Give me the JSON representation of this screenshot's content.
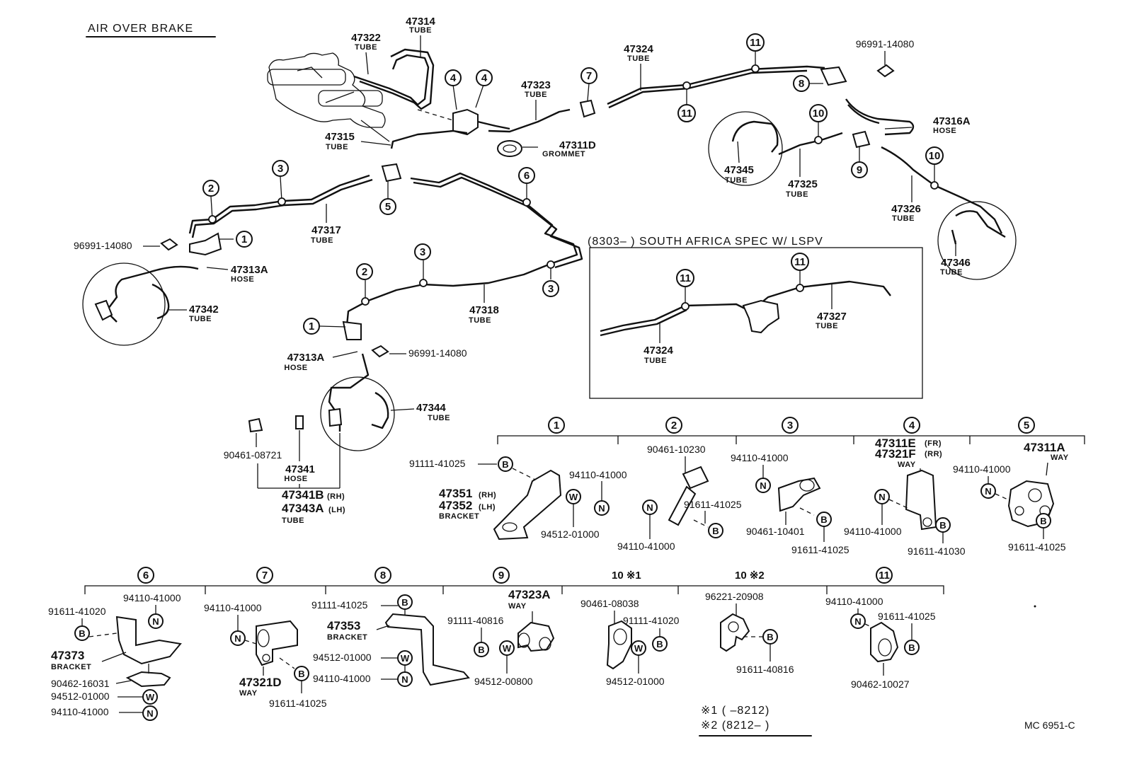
{
  "title": "AIR OVER BRAKE",
  "inset_title": "(8303–        ) SOUTH AFRICA SPEC W/ LSPV",
  "footnote": {
    "n1": "※1 (        –8212)",
    "n2": "※2 (8212–        )"
  },
  "ref_code": "MC 6951-C",
  "symbols": {
    "bolt": "B",
    "nut": "N",
    "washer": "W"
  },
  "callouts": [
    "1",
    "2",
    "3",
    "4",
    "5",
    "6",
    "7",
    "8",
    "9",
    "10",
    "11"
  ],
  "section_headers": [
    "1",
    "2",
    "3",
    "4",
    "5",
    "6",
    "7",
    "8",
    "9",
    "10 ※1",
    "10 ※2",
    "11"
  ],
  "parts": [
    {
      "num": "47314",
      "desc": "TUBE"
    },
    {
      "num": "47322",
      "desc": "TUBE"
    },
    {
      "num": "47324",
      "desc": "TUBE"
    },
    {
      "num": "47323",
      "desc": "TUBE"
    },
    {
      "num": "96991-14080",
      "desc": ""
    },
    {
      "num": "47315",
      "desc": "TUBE"
    },
    {
      "num": "47311D",
      "desc": "GROMMET"
    },
    {
      "num": "47316A",
      "desc": "HOSE"
    },
    {
      "num": "47345",
      "desc": "TUBE"
    },
    {
      "num": "47325",
      "desc": "TUBE"
    },
    {
      "num": "47326",
      "desc": "TUBE"
    },
    {
      "num": "47346",
      "desc": "TUBE"
    },
    {
      "num": "47317",
      "desc": "TUBE"
    },
    {
      "num": "96991-14080",
      "desc": ""
    },
    {
      "num": "47313A",
      "desc": "HOSE"
    },
    {
      "num": "47342",
      "desc": "TUBE"
    },
    {
      "num": "47318",
      "desc": "TUBE"
    },
    {
      "num": "47313A",
      "desc": "HOSE"
    },
    {
      "num": "96991-14080",
      "desc": ""
    },
    {
      "num": "47344",
      "desc": "TUBE"
    },
    {
      "num": "90461-08721",
      "desc": ""
    },
    {
      "num": "47341",
      "desc": "HOSE"
    },
    {
      "num": "47341B",
      "desc": "(RH)"
    },
    {
      "num": "47343A",
      "desc": "(LH)"
    },
    {
      "num": "",
      "desc": "TUBE"
    },
    {
      "num": "47324",
      "desc": "TUBE"
    },
    {
      "num": "47327",
      "desc": "TUBE"
    }
  ],
  "detail_parts": {
    "s1": [
      "91111-41025",
      "94110-41000",
      "47351",
      "(RH)",
      "47352",
      "(LH)",
      "BRACKET",
      "94512-01000"
    ],
    "s2": [
      "90461-10230",
      "91611-41025",
      "94110-41000"
    ],
    "s3": [
      "94110-41000",
      "90461-10401",
      "91611-41025"
    ],
    "s4": [
      "47311E",
      "(FR)",
      "47321F",
      "(RR)",
      "WAY",
      "94110-41000",
      "91611-41030"
    ],
    "s5": [
      "47311A",
      "WAY",
      "94110-41000",
      "91611-41025"
    ],
    "s6": [
      "94110-41000",
      "91611-41020",
      "47373",
      "BRACKET",
      "90462-16031",
      "94512-01000",
      "94110-41000"
    ],
    "s7": [
      "94110-41000",
      "47321D",
      "WAY",
      "91611-41025"
    ],
    "s8": [
      "91111-41025",
      "47353",
      "BRACKET",
      "94512-01000",
      "94110-41000"
    ],
    "s9": [
      "47323A",
      "WAY",
      "91111-40816",
      "94512-00800"
    ],
    "s10a": [
      "90461-08038",
      "91111-41020",
      "94512-01000"
    ],
    "s10b": [
      "96221-20908",
      "91611-40816"
    ],
    "s11": [
      "94110-41000",
      "91611-41025",
      "90462-10027"
    ]
  }
}
